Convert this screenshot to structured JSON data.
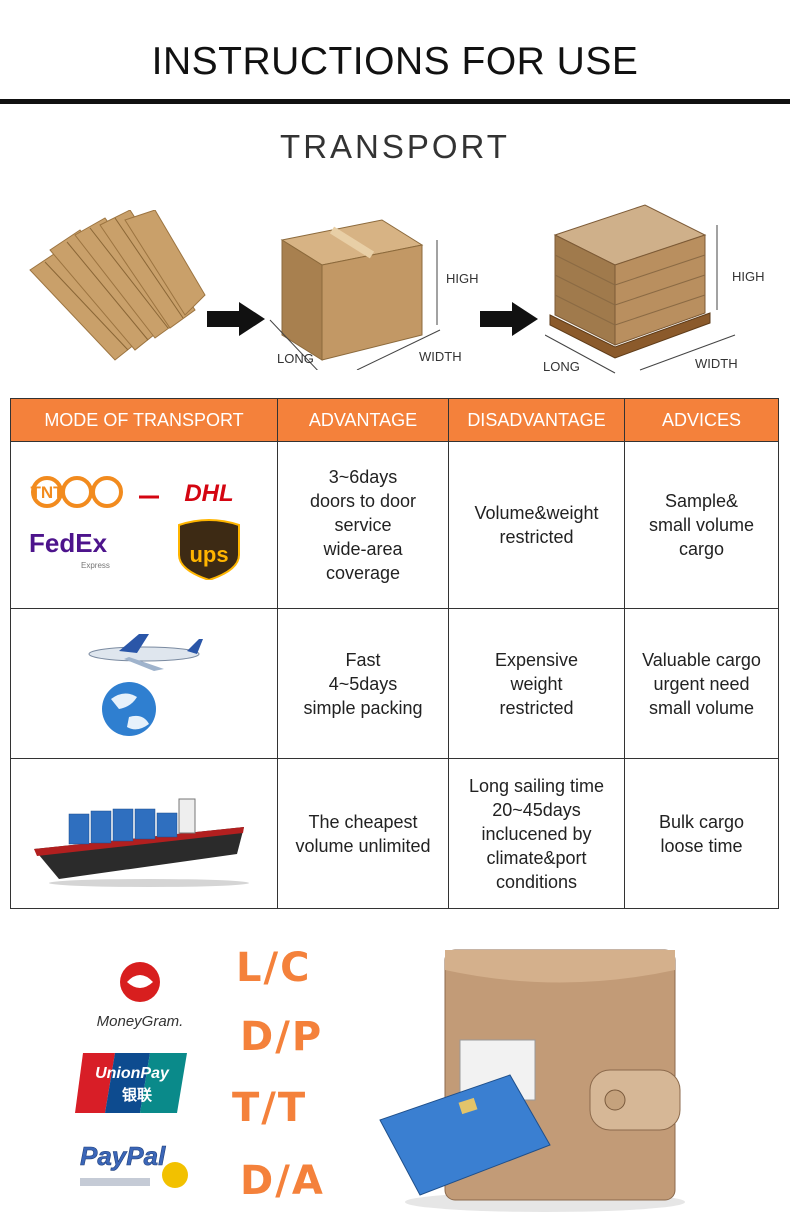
{
  "header": {
    "title": "INSTRUCTIONS FOR USE",
    "subtitle": "TRANSPORT"
  },
  "illustration": {
    "carton": {
      "high": "HIGH",
      "long": "LONG",
      "width": "WIDTH"
    },
    "pallet": {
      "high": "HIGH",
      "long": "LONG",
      "width": "WIDTH"
    }
  },
  "table": {
    "headers": [
      "MODE OF TRANSPORT",
      "ADVANTAGE",
      "DISADVANTAGE",
      "ADVICES"
    ],
    "rows": [
      {
        "mode": "express",
        "logos": {
          "tnt": "TNT",
          "dhl": "DHL",
          "fedex": "FedEx",
          "fedex_sub": "Express",
          "ups": "ups"
        },
        "advantage": [
          "3~6days",
          "doors to door",
          "service",
          "wide-area",
          "coverage"
        ],
        "disadvantage": [
          "Volume&weight",
          "restricted"
        ],
        "advices": [
          "Sample&",
          "small volume",
          "cargo"
        ]
      },
      {
        "mode": "air",
        "advantage": [
          "Fast",
          "4~5days",
          "simple packing"
        ],
        "disadvantage": [
          "Expensive",
          "weight",
          "restricted"
        ],
        "advices": [
          "Valuable cargo",
          "urgent need",
          "small volume"
        ]
      },
      {
        "mode": "sea",
        "advantage": [
          "The cheapest",
          "volume unlimited"
        ],
        "disadvantage": [
          "Long sailing time",
          "20~45days",
          "inclucened by",
          "climate&port",
          "conditions"
        ],
        "advices": [
          "Bulk cargo",
          "loose time"
        ]
      }
    ]
  },
  "payment": {
    "moneygram": "MoneyGram.",
    "unionpay": "UnionPay",
    "unionpay_cn": "银联",
    "paypal": "PayPal",
    "terms": [
      "L/C",
      "D/P",
      "T/T",
      "D/A"
    ]
  },
  "colors": {
    "accent": "#f4813b",
    "rule": "#111111"
  }
}
